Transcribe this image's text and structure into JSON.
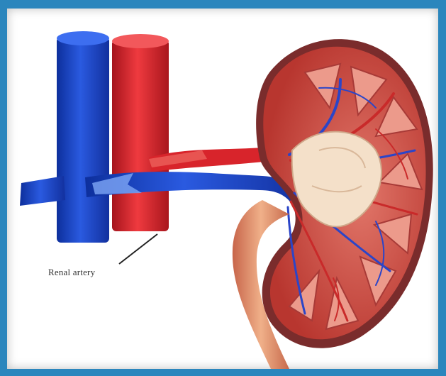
{
  "labels": {
    "renal_artery": "Renal artery"
  },
  "colors": {
    "background_blue": "#2b86bd",
    "vein_blue": "#1a43c9",
    "artery_red": "#d8242b",
    "kidney_cortex": "#c8473f",
    "kidney_medulla": "#e88d80",
    "renal_pelvis": "#f2dcc4",
    "ureter": "#e2916e"
  },
  "icons": {
    "kidney": "kidney-illustration",
    "vena_cava": "vena-cava-vessel",
    "aorta": "aorta-vessel",
    "renal_artery": "renal-artery-vessel",
    "renal_vein": "renal-vein-vessel",
    "ureter": "ureter-tube"
  }
}
